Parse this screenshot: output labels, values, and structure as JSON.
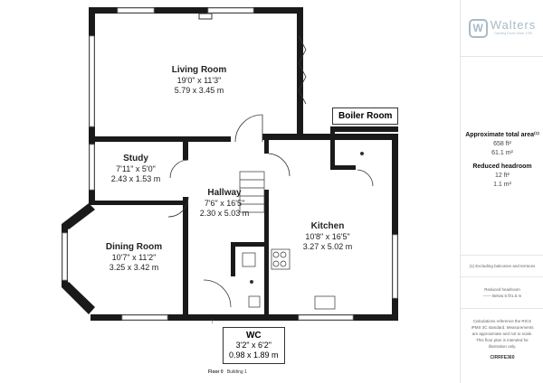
{
  "rooms": {
    "living": {
      "name": "Living Room",
      "imperial": "19'0\" x 11'3\"",
      "metric": "5.79 x 3.45 m"
    },
    "study": {
      "name": "Study",
      "imperial": "7'11\" x 5'0\"",
      "metric": "2.43 x 1.53 m"
    },
    "hallway": {
      "name": "Hallway",
      "imperial": "7'6\" x 16'5\"",
      "metric": "2.30 x 5.03 m"
    },
    "dining": {
      "name": "Dining Room",
      "imperial": "10'7\" x 11'2\"",
      "metric": "3.25 x 3.42 m"
    },
    "kitchen": {
      "name": "Kitchen",
      "imperial": "10'8\" x 16'5\"",
      "metric": "3.27 x 5.02 m"
    },
    "boiler": {
      "name": "Boiler Room"
    },
    "wc": {
      "name": "WC",
      "imperial": "3'2\" x 6'2\"",
      "metric": "0.98 x 1.89 m"
    }
  },
  "footer": {
    "floor": "Floor 0",
    "building": "Building 1"
  },
  "panel": {
    "logo_letter": "W",
    "logo_name": "Walters",
    "logo_tagline": "Opening Doors Since 1790",
    "area_title": "Approximate total area⁽¹⁾",
    "area_ft": "658 ft²",
    "area_m": "61.1 m²",
    "reduced_title": "Reduced headroom",
    "reduced_ft": "12 ft²",
    "reduced_m": "1.1 m²",
    "note1": "(1) Excluding balconies and terraces",
    "legend_title": "Reduced headroom",
    "legend_item": "Below 5 ft/1.5 m",
    "disclaimer": "Calculations reference the RICS IPMS 3C standard. Measurements are approximate and not to scale. This floor plan is intended for illustration only.",
    "brand": "CIRRFE360"
  },
  "colors": {
    "wall": "#1a1a1a",
    "logo": "#a9bac6"
  }
}
